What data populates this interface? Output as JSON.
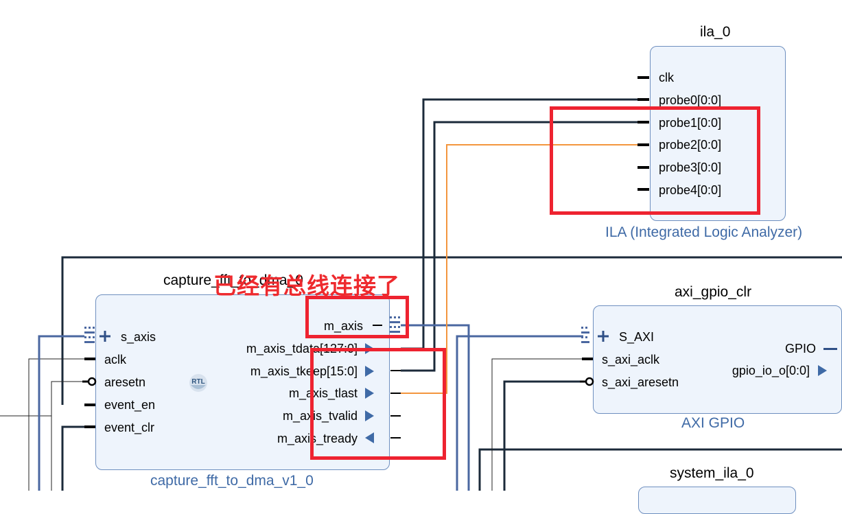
{
  "colors": {
    "wire_dark": "#1b2a3a",
    "wire_bus": "#4a67a0",
    "wire_orange": "#f3953d",
    "block_fill": "#eef4fc",
    "block_border": "#6e8fbf",
    "subtitle": "#3f6aa6",
    "annotation": "#ee2a2e"
  },
  "blocks": {
    "ila": {
      "title": "ila_0",
      "subtitle": "ILA (Integrated Logic Analyzer)",
      "pins": [
        "clk",
        "probe0[0:0]",
        "probe1[0:0]",
        "probe2[0:0]",
        "probe3[0:0]",
        "probe4[0:0]"
      ]
    },
    "capture": {
      "title": "capture_fft_to_dma_0",
      "subtitle": "capture_fft_to_dma_v1_0",
      "rtl_badge": "RTL",
      "left_pins": [
        "s_axis",
        "aclk",
        "aresetn",
        "event_en",
        "event_clr"
      ],
      "right_pins": [
        "m_axis",
        "m_axis_tdata[127:0]",
        "m_axis_tkeep[15:0]",
        "m_axis_tlast",
        "m_axis_tvalid",
        "m_axis_tready"
      ]
    },
    "gpio": {
      "title": "axi_gpio_clr",
      "subtitle": "AXI GPIO",
      "left_pins": [
        "S_AXI",
        "s_axi_aclk",
        "s_axi_aresetn"
      ],
      "right_pins": [
        "GPIO",
        "gpio_io_o[0:0]"
      ]
    },
    "system_ila": {
      "title": "system_ila_0"
    }
  },
  "annotation": "已经有总线连接了",
  "icons": [
    "bus-interface-icon",
    "expand-plus-icon",
    "output-arrow-icon",
    "input-arrow-icon",
    "negative-reset-bubble-icon"
  ]
}
